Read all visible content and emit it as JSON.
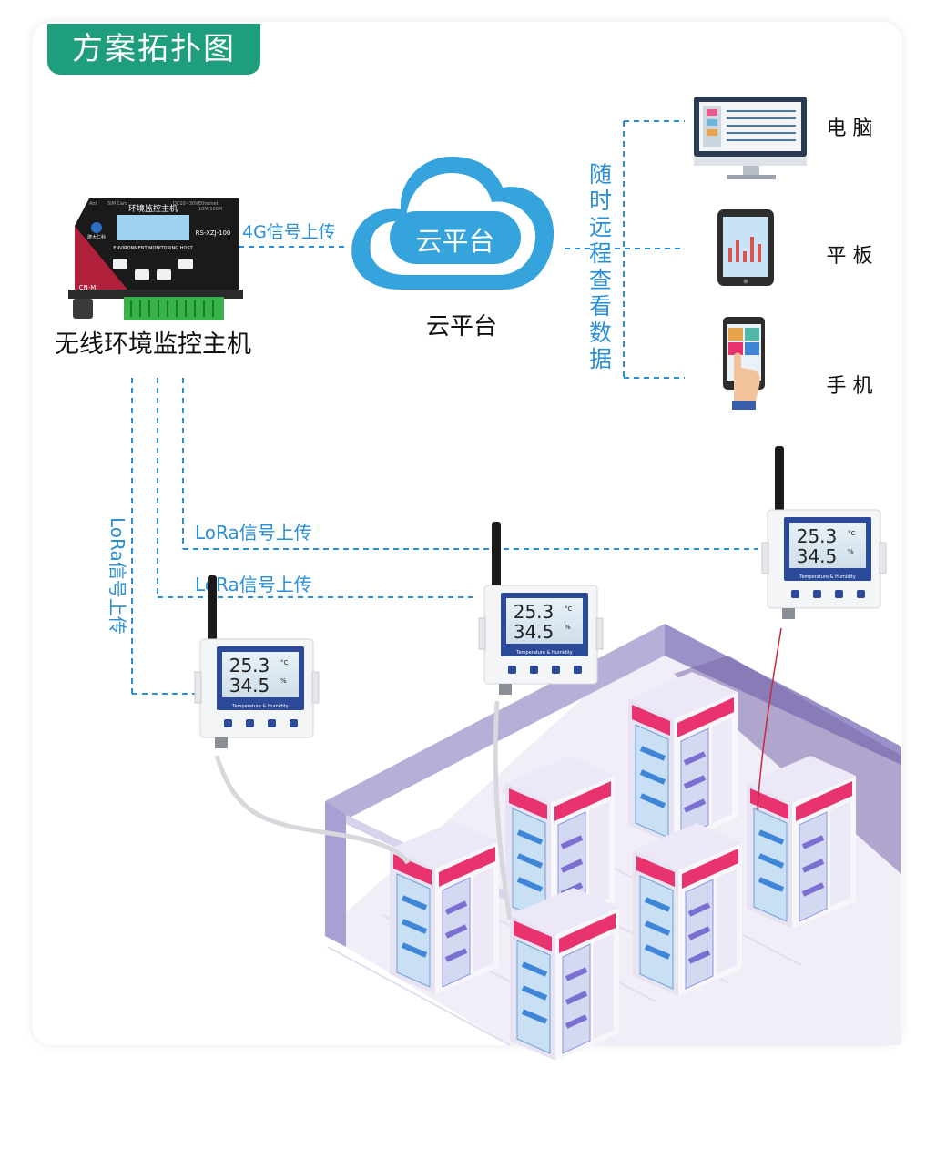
{
  "header": {
    "title": "方案拓扑图"
  },
  "host": {
    "name": "无线环境监控主机",
    "screen_title": "环境监控主机",
    "model": "RS-XZJ-100",
    "subtitle": "ENVIRONMENT MONITORING HOST",
    "brand": "建大仁科",
    "port_label": "CN-M",
    "top_labels": [
      "Ant",
      "SIM Card",
      "DC10~30V",
      "Ethernet",
      "10M/100M"
    ]
  },
  "cloud": {
    "inner_label": "云平台",
    "caption": "云平台"
  },
  "links": {
    "g4": "4G信号上传",
    "lora_vertical": "LoRa信号上传",
    "lora_top": "LoRa信号上传",
    "lora_mid": "LoRa信号上传",
    "remote_view": "随时远程查看数据"
  },
  "devices": [
    {
      "name": "电 脑",
      "icon": "desktop-monitor-icon"
    },
    {
      "name": "平 板",
      "icon": "tablet-icon"
    },
    {
      "name": "手 机",
      "icon": "smartphone-icon"
    }
  ],
  "sensor": {
    "temp": "25.3",
    "hum": "34.5",
    "unit_t": "°C",
    "unit_h": "%",
    "id": "1S121",
    "caption": "Temperature & Humidity"
  },
  "colors": {
    "accent": "#1f9e7d",
    "link": "#2b8fd6",
    "cloud": "#36a4dc",
    "room": "#b8afd9",
    "fridge_top": "#e8336f"
  }
}
